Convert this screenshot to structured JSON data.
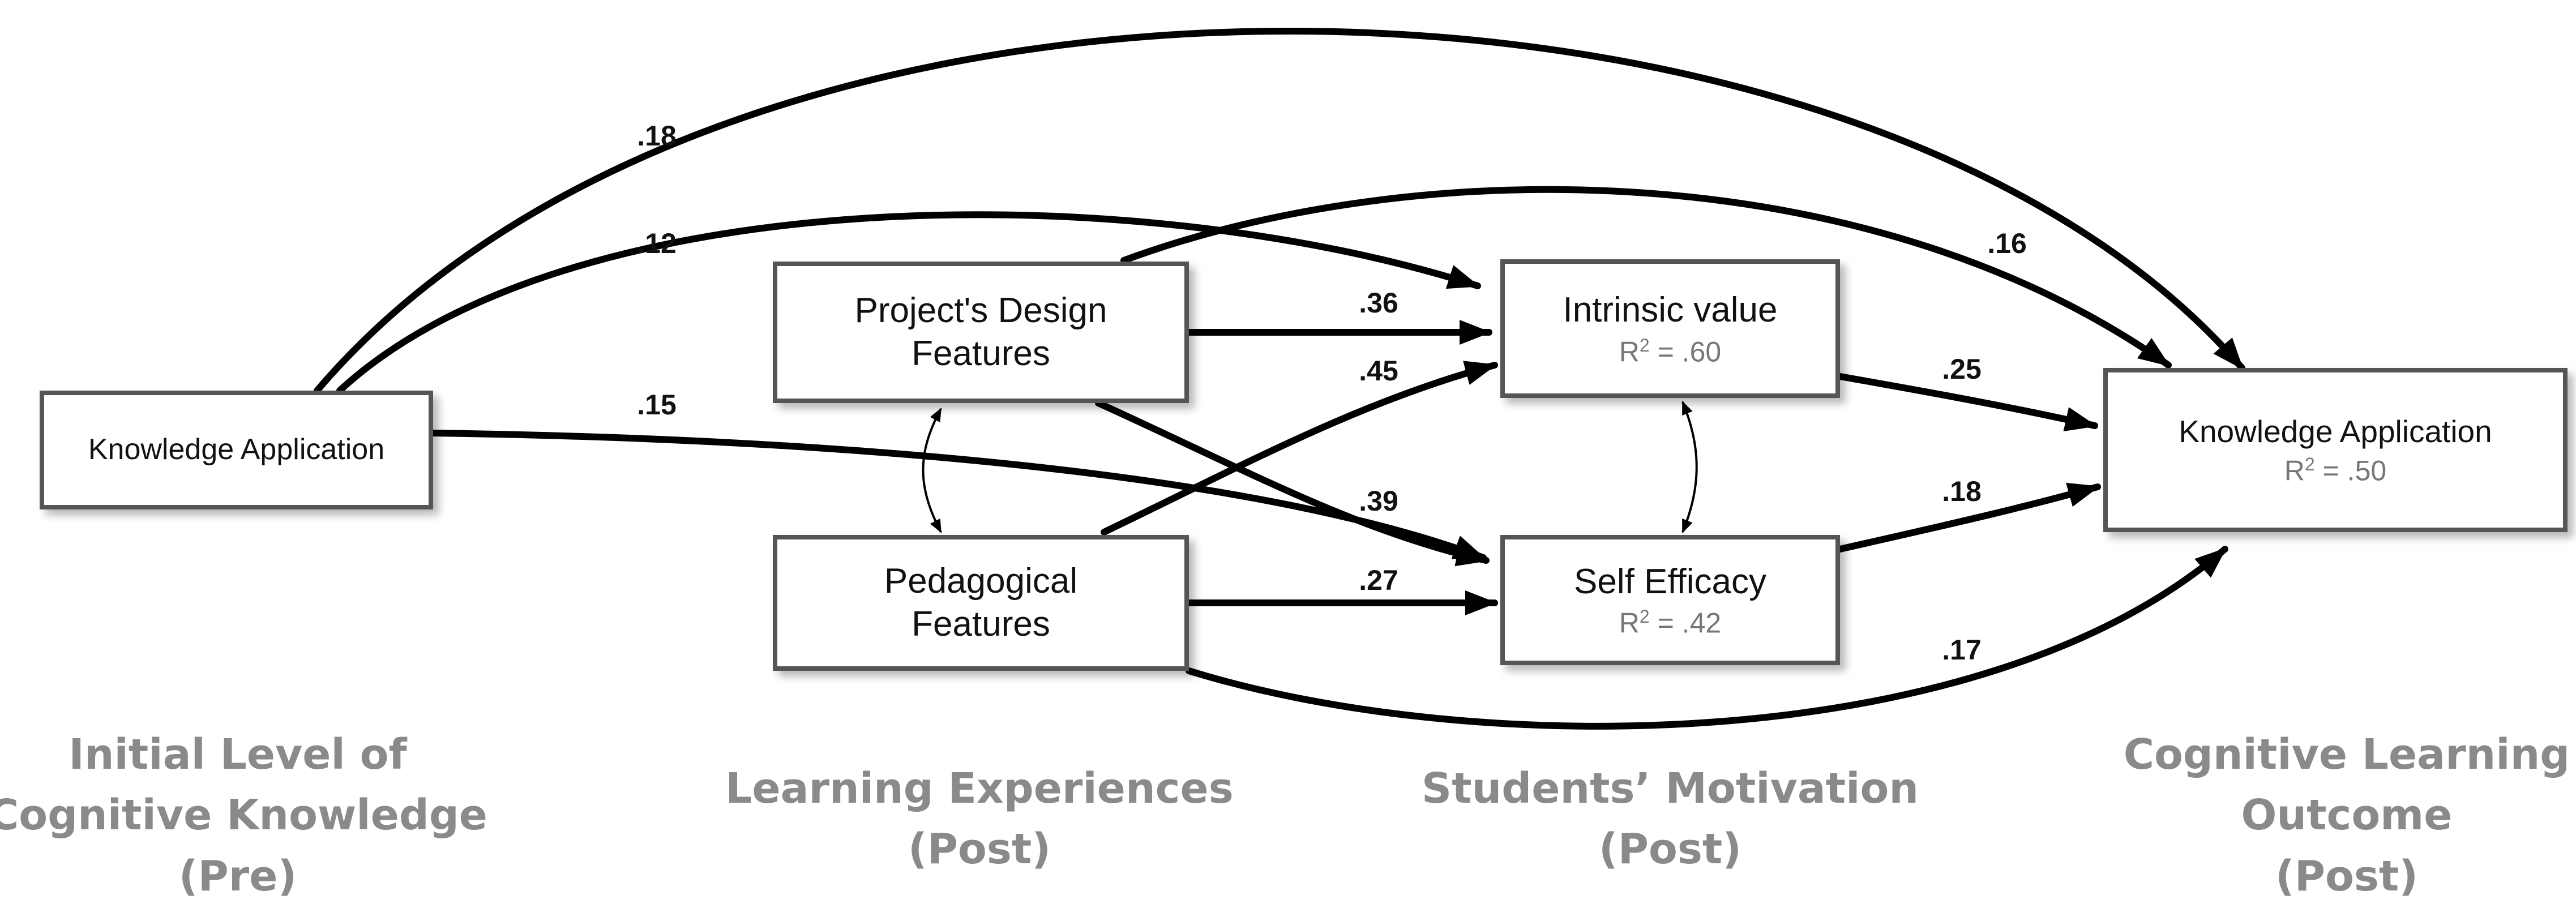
{
  "nodes": {
    "knowledge_pre": {
      "label": "Knowledge Application"
    },
    "design_features": {
      "label_line1": "Project's Design",
      "label_line2": "Features"
    },
    "pedagogical_features": {
      "label_line1": "Pedagogical",
      "label_line2": "Features"
    },
    "intrinsic_value": {
      "label": "Intrinsic value",
      "r2_prefix": "R",
      "r2_sup": "2",
      "r2_value": " = .60"
    },
    "self_efficacy": {
      "label": "Self Efficacy",
      "r2_prefix": "R",
      "r2_sup": "2",
      "r2_value": " = .42"
    },
    "knowledge_post": {
      "label": "Knowledge Application",
      "r2_prefix": "R",
      "r2_sup": "2",
      "r2_value": " = .50"
    }
  },
  "paths": [
    {
      "from": "knowledge_pre",
      "to": "knowledge_post",
      "coefficient": ".18"
    },
    {
      "from": "knowledge_pre",
      "to": "intrinsic_value",
      "coefficient": ".12"
    },
    {
      "from": "knowledge_pre",
      "to": "self_efficacy",
      "coefficient": ".15"
    },
    {
      "from": "design_features",
      "to": "knowledge_post",
      "coefficient": ".16"
    },
    {
      "from": "design_features",
      "to": "intrinsic_value",
      "coefficient": ".36"
    },
    {
      "from": "pedagogical_features",
      "to": "intrinsic_value",
      "coefficient": ".45"
    },
    {
      "from": "design_features",
      "to": "self_efficacy",
      "coefficient": ".39"
    },
    {
      "from": "pedagogical_features",
      "to": "self_efficacy",
      "coefficient": ".27"
    },
    {
      "from": "intrinsic_value",
      "to": "knowledge_post",
      "coefficient": ".25"
    },
    {
      "from": "self_efficacy",
      "to": "knowledge_post",
      "coefficient": ".18"
    },
    {
      "from": "pedagogical_features",
      "to": "knowledge_post",
      "coefficient": ".17"
    }
  ],
  "correlations": [
    {
      "between": [
        "design_features",
        "pedagogical_features"
      ]
    },
    {
      "between": [
        "intrinsic_value",
        "self_efficacy"
      ]
    }
  ],
  "stages": {
    "pre": {
      "line1": "Initial Level of",
      "line2": "Cognitive Knowledge",
      "line3": "(Pre)"
    },
    "experiences": {
      "line1": "Learning Experiences",
      "line2": "(Post)"
    },
    "motivation": {
      "line1": "Students’ Motivation",
      "line2": "(Post)"
    },
    "outcome": {
      "line1": "Cognitive Learning",
      "line2": "Outcome",
      "line3": "(Post)"
    }
  },
  "colors": {
    "box_border": "#555555",
    "arrow": "#000000",
    "stage_text": "#8a8a8a",
    "r2_text": "#777777"
  }
}
